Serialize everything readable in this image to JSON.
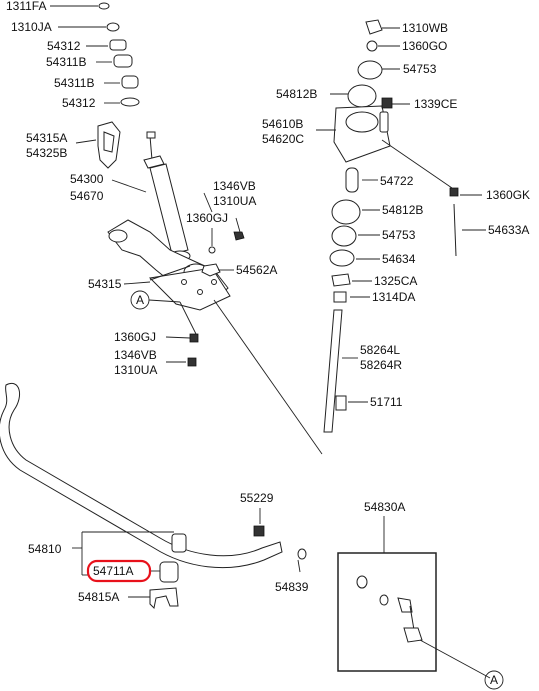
{
  "labels": {
    "p1311FA": "1311FA",
    "p1310JA": "1310JA",
    "p54312a": "54312",
    "p54311B": "54311B",
    "p54311Bb": "54311B",
    "p54312b": "54312",
    "p54315A": "54315A",
    "p54325B": "54325B",
    "p54300": "54300",
    "p54670": "54670",
    "p1346VBa": "1346VB",
    "p1310UAa": "1310UA",
    "p1360GJa": "1360GJ",
    "p54562A": "54562A",
    "p54315": "54315",
    "p1360GJb": "1360GJ",
    "p1346VBb": "1346VB",
    "p1310UAb": "1310UA",
    "p1310WB": "1310WB",
    "p1360GO": "1360GO",
    "p54753a": "54753",
    "p54812Ba": "54812B",
    "p1339CE": "1339CE",
    "p54610B": "54610B",
    "p54620C": "54620C",
    "p54722": "54722",
    "p1360GK": "1360GK",
    "p54812Bb": "54812B",
    "p54633A": "54633A",
    "p54753b": "54753",
    "p54634": "54634",
    "p1325CA": "1325CA",
    "p1314DA": "1314DA",
    "p58264L": "58264L",
    "p58264R": "58264R",
    "p51711": "51711",
    "p55229": "55229",
    "p54830A": "54830A",
    "p54810": "54810",
    "p54711A": "54711A",
    "p54839": "54839",
    "p54815A": "54815A",
    "refA1": "A",
    "refA2": "A"
  },
  "highlight": {
    "part": "54711A",
    "color": "#e8111b"
  }
}
